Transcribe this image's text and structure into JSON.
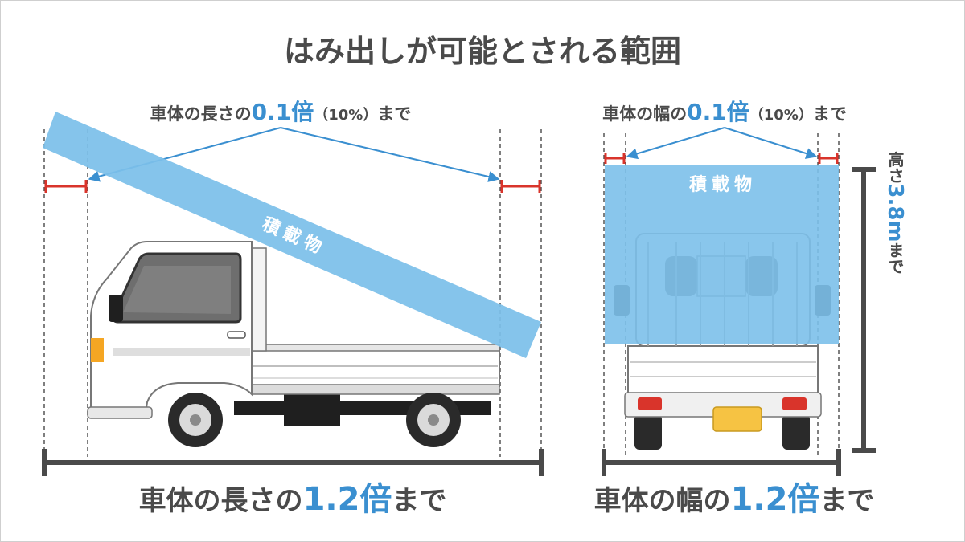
{
  "title": "はみ出しが可能とされる範囲",
  "left": {
    "top_label_prefix": "車体の長さの",
    "top_label_value": "0.1倍",
    "top_label_paren": "（10%）",
    "top_label_suffix": "まで",
    "cargo_label": "積載物",
    "bottom_label_prefix": "車体の長さの",
    "bottom_label_value": "1.2倍",
    "bottom_label_suffix": "まで"
  },
  "right": {
    "top_label_prefix": "車体の幅の",
    "top_label_value": "0.1倍",
    "top_label_paren": "（10%）",
    "top_label_suffix": "まで",
    "cargo_label": "積載物",
    "bottom_label_prefix": "車体の幅の",
    "bottom_label_value": "1.2倍",
    "bottom_label_suffix": "まで",
    "height_prefix": "高さ",
    "height_value": "3.8m",
    "height_suffix": "まで"
  },
  "colors": {
    "text_dark": "#4a4a4a",
    "accent_blue": "#3a8fd0",
    "cargo_blue": "#7cc0ea",
    "overhang_red": "#d9342b"
  }
}
